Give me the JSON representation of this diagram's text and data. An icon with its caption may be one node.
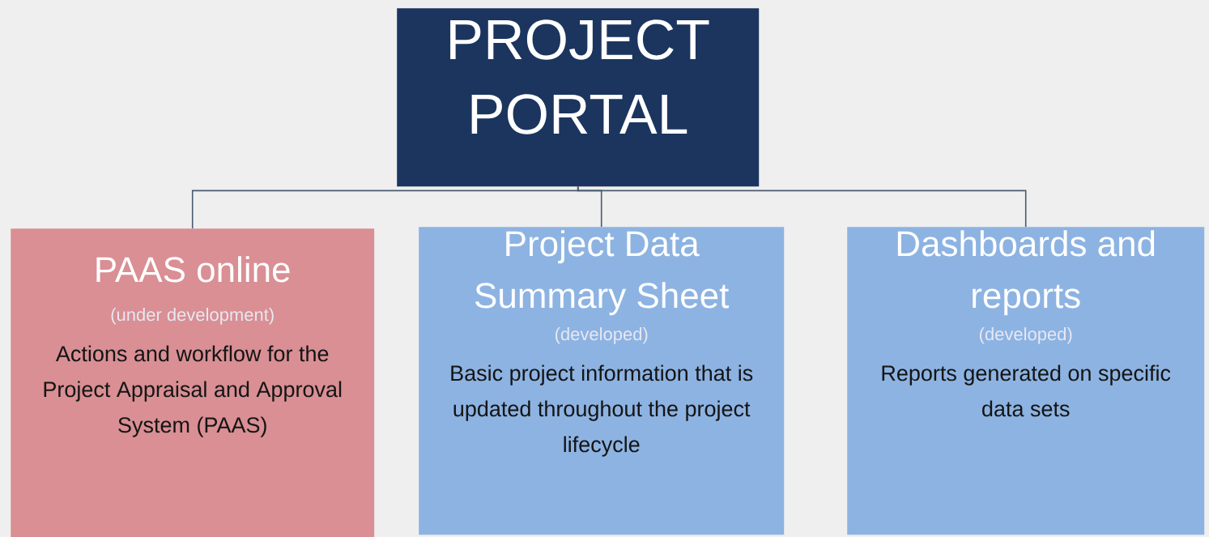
{
  "diagram": {
    "nodes": [
      {
        "text": [
          "PROJECT PORTAL"
        ]
      },
      {
        "text": [
          "PAAS online",
          "(under development)",
          "Actions and workflow for the Project Appraisal and Approval System (PAAS)"
        ]
      },
      {
        "text": [
          "Project Data Summary Sheet",
          "(developed)",
          "Basic project information that is updated throughout the project lifecycle"
        ]
      },
      {
        "text": [
          "Dashboards and reports",
          "(developed)",
          "Reports generated on specific data sets"
        ]
      }
    ],
    "edges": [
      {
        "from": 0,
        "to": 1,
        "arrow": "none"
      },
      {
        "from": 0,
        "to": 2,
        "arrow": "none"
      },
      {
        "from": 0,
        "to": 3,
        "arrow": "none"
      }
    ]
  }
}
